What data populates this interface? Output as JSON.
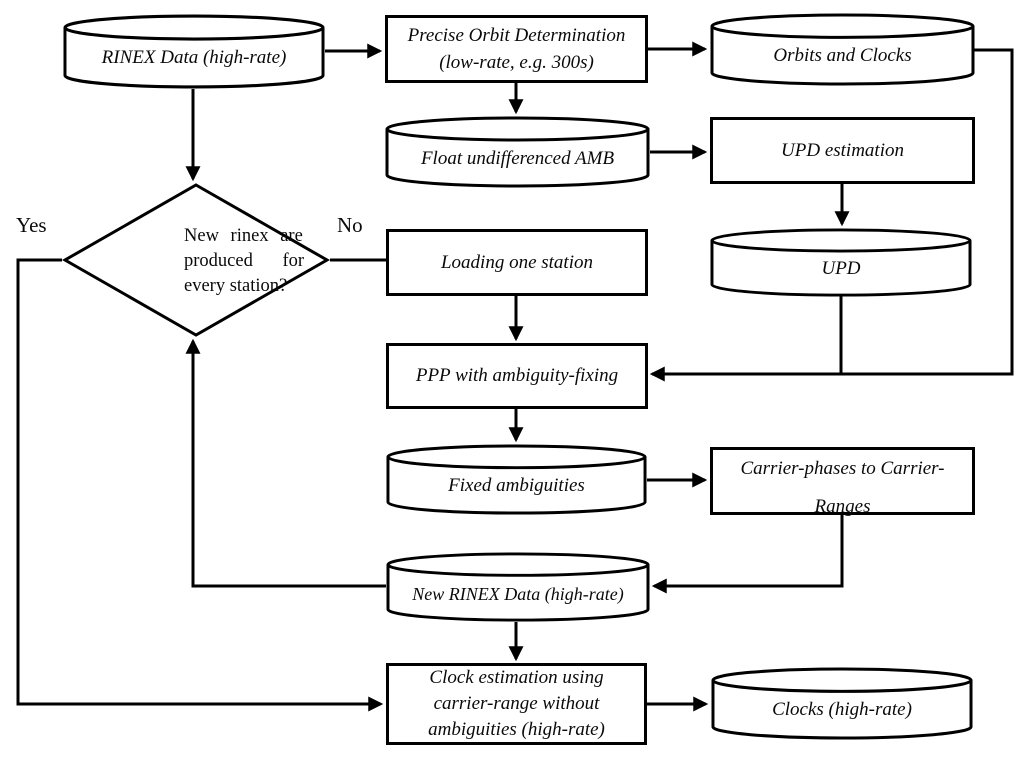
{
  "diagram": {
    "background": "#ffffff",
    "line_color": "#000000",
    "nodes": {
      "rinex_data": {
        "shape": "cylinder",
        "label": "RINEX Data (high-rate)"
      },
      "pod": {
        "shape": "process",
        "line1": "Precise Orbit Determination",
        "line2": "(low-rate, e.g. 300s)"
      },
      "orbits_clocks": {
        "shape": "cylinder",
        "label": "Orbits and Clocks"
      },
      "float_amb": {
        "shape": "cylinder",
        "label": "Float undifferenced AMB"
      },
      "upd_estimation": {
        "shape": "process",
        "label": "UPD estimation"
      },
      "upd": {
        "shape": "cylinder",
        "label": "UPD"
      },
      "decision": {
        "shape": "diamond",
        "line1": "New rinex are",
        "line2": "produced for",
        "line3": "every station?"
      },
      "loading_station": {
        "shape": "process",
        "label": "Loading one station"
      },
      "ppp": {
        "shape": "process",
        "label": "PPP with ambiguity-fixing"
      },
      "fixed_amb": {
        "shape": "cylinder",
        "label": "Fixed ambiguities"
      },
      "carrier_phases": {
        "shape": "process",
        "line1": "Carrier-phases to Carrier-",
        "line2": "Ranges"
      },
      "new_rinex": {
        "shape": "cylinder",
        "label": "New RINEX Data (high-rate)"
      },
      "clock_estimation": {
        "shape": "process",
        "line1": "Clock estimation using",
        "line2": "carrier-range without",
        "line3": "ambiguities (high-rate)"
      },
      "clocks": {
        "shape": "cylinder",
        "label": "Clocks (high-rate)"
      }
    },
    "edge_labels": {
      "yes": "Yes",
      "no": "No"
    }
  }
}
